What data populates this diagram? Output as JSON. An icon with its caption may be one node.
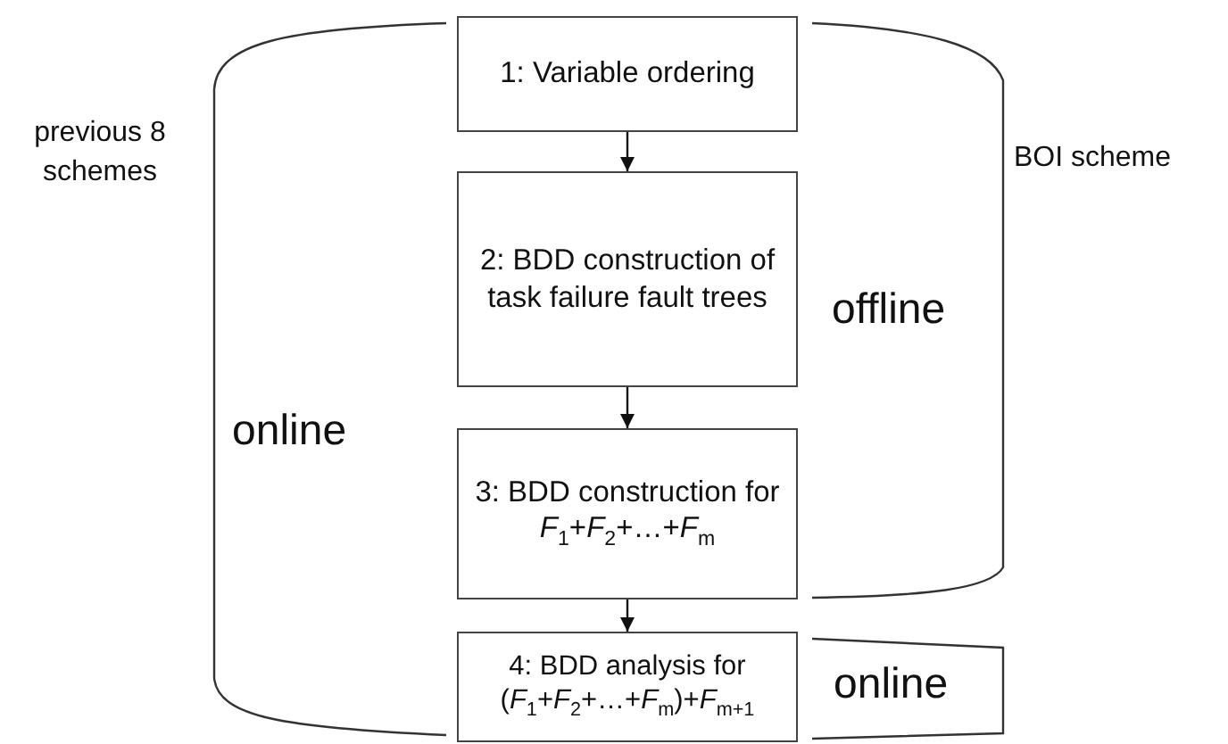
{
  "diagram": {
    "nodes": [
      {
        "text": [
          "1: Variable ordering"
        ]
      },
      {
        "text": [
          "2: BDD construction of task failure fault trees"
        ]
      },
      {
        "text": [
          "3: BDD construction for *F*$_{1}$+*F*$_{2}$+…+*F*$_{m}$"
        ]
      },
      {
        "text": [
          "4: BDD analysis for (*F*$_{1}$+*F*$_{2}$+…+*F*$_{m}$)+*F*$_{m+1}$"
        ]
      }
    ],
    "edges": [
      {
        "from": 0,
        "to": 1,
        "arrow": "to"
      },
      {
        "from": 1,
        "to": 2,
        "arrow": "to"
      },
      {
        "from": 2,
        "to": 3,
        "arrow": "to"
      }
    ],
    "labels": [
      "previous 8 schemes",
      "online",
      "offline",
      "BOI scheme",
      "online"
    ]
  }
}
